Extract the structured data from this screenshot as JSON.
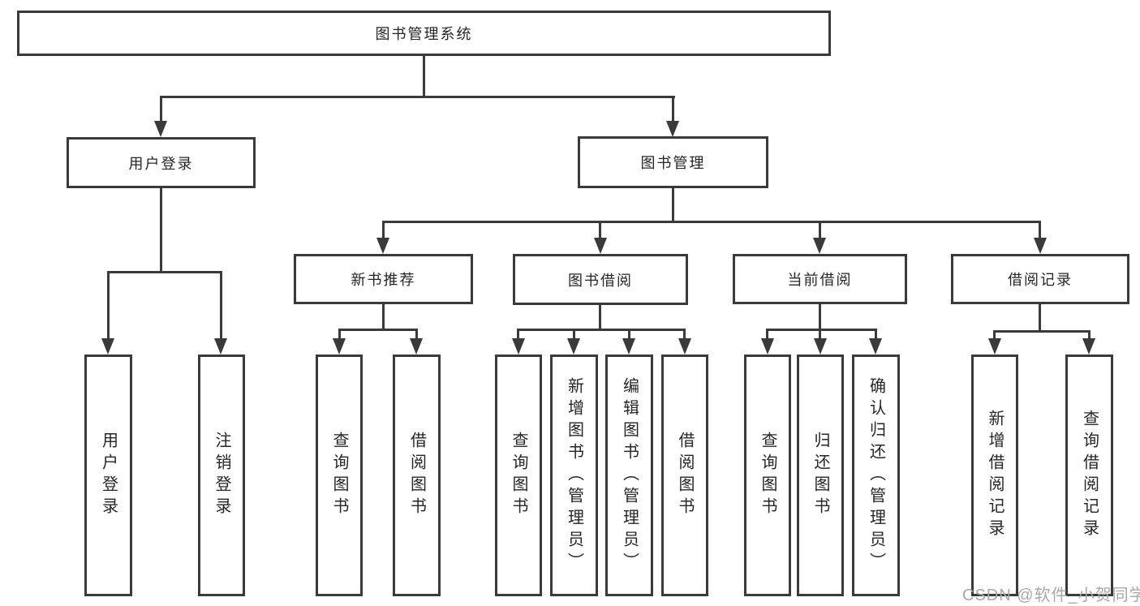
{
  "diagram": {
    "title": "图书管理系统",
    "branches": [
      {
        "label": "用户登录",
        "children": [
          "用户登录",
          "注销登录"
        ]
      },
      {
        "label": "图书管理",
        "sections": [
          {
            "label": "新书推荐",
            "children": [
              "查询图书",
              "借阅图书"
            ]
          },
          {
            "label": "图书借阅",
            "children": [
              "查询图书",
              "新增图书（管理员）",
              "编辑图书（管理员）",
              "借阅图书"
            ]
          },
          {
            "label": "当前借阅",
            "children": [
              "查询图书",
              "归还图书",
              "确认归还（管理员）"
            ]
          },
          {
            "label": "借阅记录",
            "children": [
              "新增借阅记录",
              "查询借阅记录"
            ]
          }
        ]
      }
    ]
  },
  "watermark": {
    "text": "CSDN @软件_小贺同学"
  },
  "colors": {
    "line": "#3a3a3a",
    "text": "#262626",
    "watermark": "#a8a8a8",
    "background": "#ffffff"
  }
}
